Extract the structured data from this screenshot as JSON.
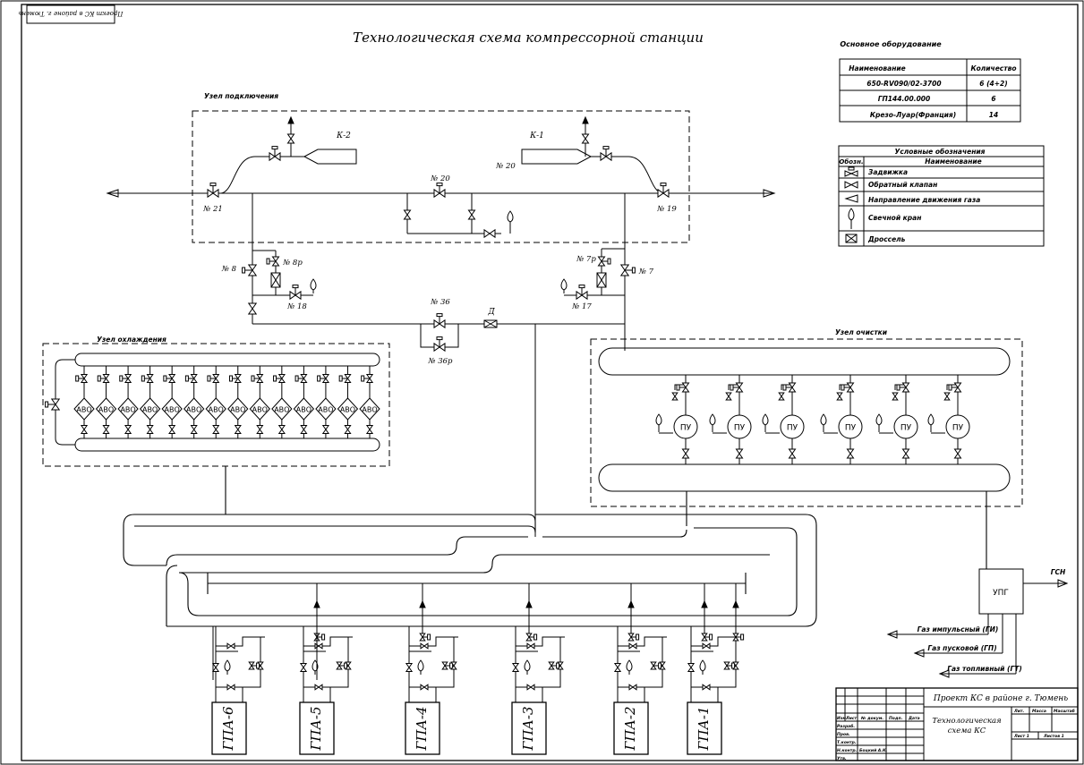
{
  "corner_stamp": "Проект КС в районе г. Тюмень",
  "title": "Технологическая схема компрессорной станции",
  "equipment_table": {
    "caption": "Основное оборудование",
    "headers": [
      "Наименование",
      "Количество"
    ],
    "rows": [
      {
        "name": "650-RV090/02-3700",
        "qty": "6 (4+2)"
      },
      {
        "name": "ГП144.00.000",
        "qty": "6"
      },
      {
        "name": "Крезо-Луар(Франция)",
        "qty": "14"
      }
    ]
  },
  "legend": {
    "caption": "Условные обозначения",
    "headers": [
      "Обозн.",
      "Наименование"
    ],
    "items": [
      {
        "symbol": "gate-valve",
        "name": "Задвижка"
      },
      {
        "symbol": "check-valve",
        "name": "Обратный клапан"
      },
      {
        "symbol": "flow-arrow",
        "name": "Направление движения газа"
      },
      {
        "symbol": "vent-valve",
        "name": "Свечной кран"
      },
      {
        "symbol": "throttle",
        "name": "Дроссель"
      }
    ]
  },
  "zones": {
    "connection": "Узел подключения",
    "cooling": "Узел охлаждения",
    "cleaning": "Узел очистки"
  },
  "tags": {
    "k2": "К-2",
    "k1": "К-1",
    "v21": "№ 21",
    "v20": "№ 20",
    "v20b": "№ 20",
    "v19": "№ 19",
    "v8": "№ 8",
    "v8r": "№ 8р",
    "v18": "№ 18",
    "v7": "№ 7",
    "v7r": "№ 7р",
    "v17": "№ 17",
    "v36": "№ 36",
    "v36r": "№ 36р",
    "throttle": "Д"
  },
  "avo_label": "АВО",
  "avo_count": 14,
  "pu_label": "ПУ",
  "pu_count": 6,
  "upg": "УПГ",
  "gsn": "ГСН",
  "gas_lines": [
    "Газ импульсный (ГИ)",
    "Газ пусковой (ГП)",
    "Газ топливный (ГТ)"
  ],
  "gpa_units": [
    "ГПА-6",
    "ГПА-5",
    "ГПА-4",
    "ГПА-3",
    "ГПА-2",
    "ГПА-1"
  ],
  "title_block": {
    "project": "Проект КС в районе г. Тюмень",
    "drawing": [
      "Технологическая",
      "схема КС"
    ],
    "col_labels": [
      "Изм.",
      "Лист",
      "№ докум.",
      "Подп.",
      "Дата"
    ],
    "role_labels": [
      "Разраб.",
      "Пров.",
      "Т.контр.",
      "Н.контр.",
      "Утв."
    ],
    "developer": "Боцкий А.К.",
    "right_labels": [
      "Лит.",
      "Масса",
      "Масштаб"
    ],
    "sheet_labels": [
      "Лист 1",
      "Листов 1"
    ]
  },
  "colors": {
    "ink": "#000000",
    "paper": "#ffffff"
  }
}
